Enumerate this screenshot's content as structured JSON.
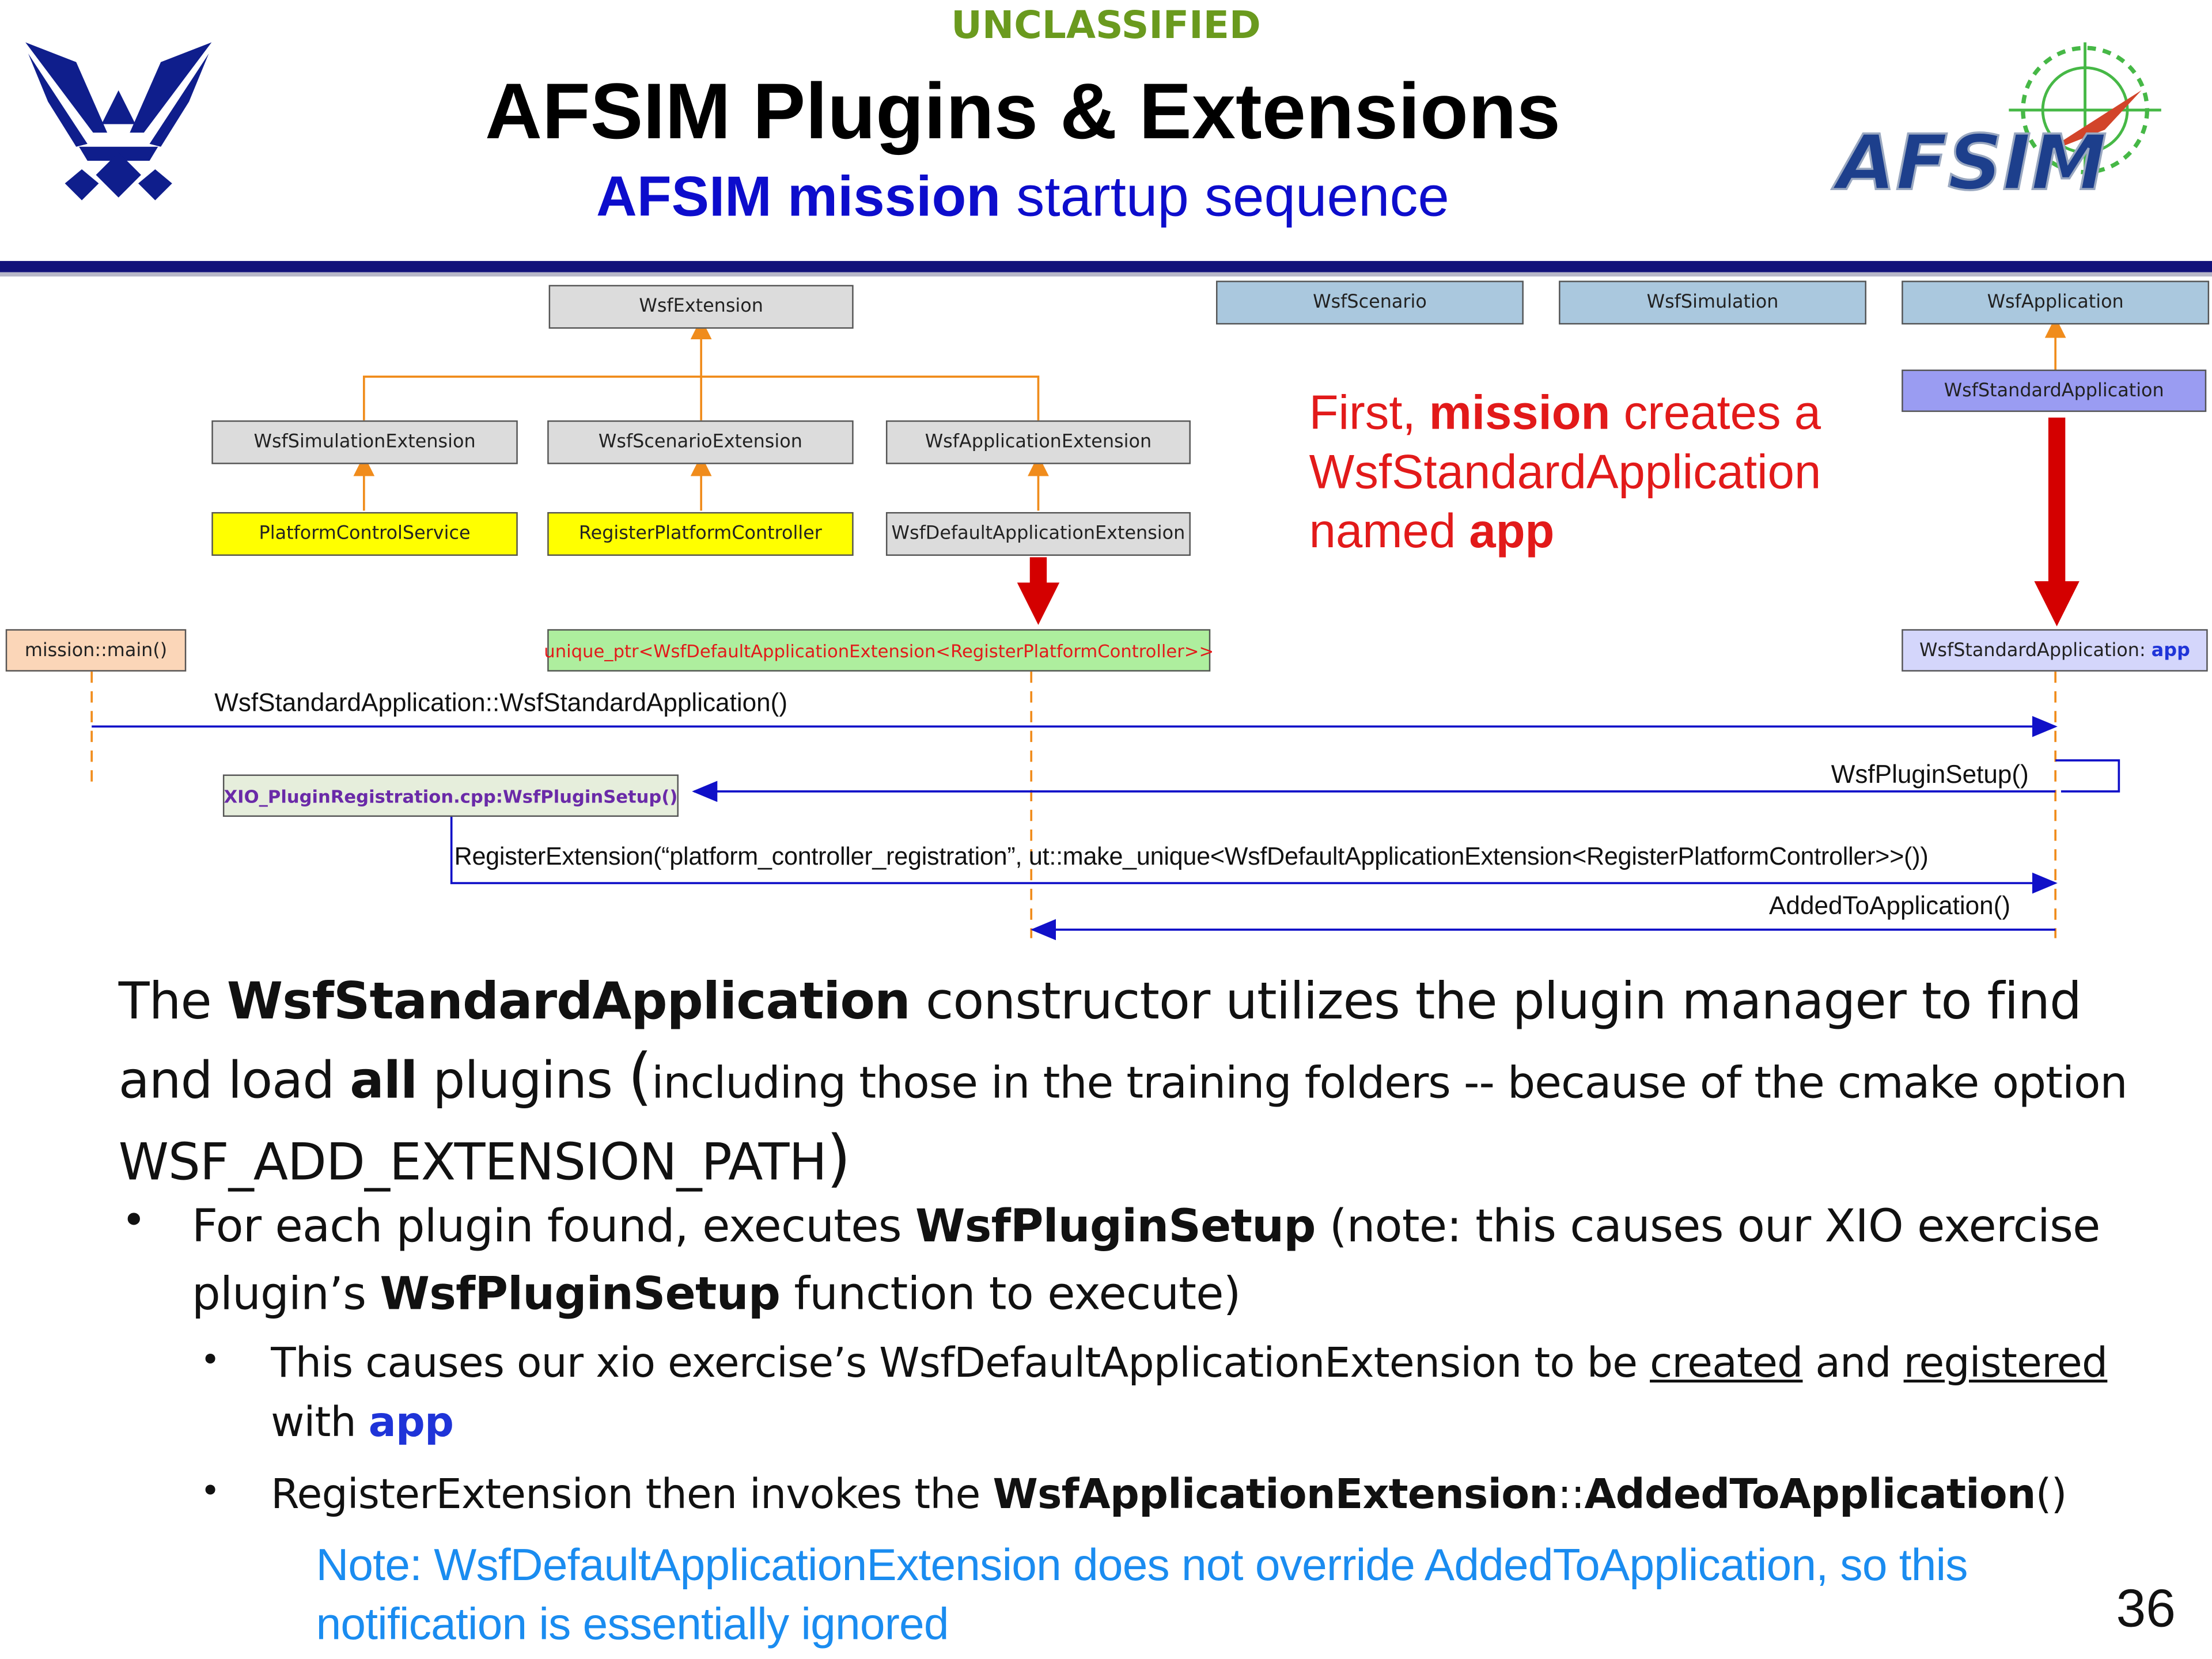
{
  "header": {
    "classification": "UNCLASSIFIED",
    "title": "AFSIM Plugins & Extensions",
    "subtitle_bold": "AFSIM mission",
    "subtitle_rest": " startup sequence",
    "logo_left": "air-force-wings-icon",
    "logo_right": "afsim-logo",
    "logo_right_text": "AFSIM"
  },
  "diagram": {
    "boxes": {
      "wsf_extension": "WsfExtension",
      "wsf_scenario": "WsfScenario",
      "wsf_simulation": "WsfSimulation",
      "wsf_application": "WsfApplication",
      "wsf_standard_application": "WsfStandardApplication",
      "wsf_simulation_extension": "WsfSimulationExtension",
      "wsf_scenario_extension": "WsfScenarioExtension",
      "wsf_application_extension": "WsfApplicationExtension",
      "platform_control_service": "PlatformControlService",
      "register_platform_controller": "RegisterPlatformController",
      "wsf_default_application_extension": "WsfDefaultApplicationExtension",
      "mission_main": "mission::main()",
      "unique_ptr": "unique_ptr<WsfDefaultApplicationExtension<RegisterPlatformController>>",
      "std_app_instance_prefix": "WsfStandardApplication: ",
      "std_app_instance_name": "app",
      "plugin_registration": "XIO_PluginRegistration.cpp:WsfPluginSetup()"
    },
    "callout": {
      "part1": "First, ",
      "bold1": "mission",
      "part2": " creates a",
      "line2": "WsfStandardApplication",
      "line3_prefix": "named ",
      "bold2": "app"
    },
    "messages": {
      "constructor": "WsfStandardApplication::WsfStandardApplication()",
      "plugin_setup": "WsfPluginSetup()",
      "register_extension": "RegisterExtension(“platform_controller_registration”, ut::make_unique<WsfDefaultApplicationExtension<RegisterPlatformController>>())",
      "added_to_application": "AddedToApplication()"
    },
    "colors": {
      "message_arrow": "#1010c8",
      "lifeline": "#f08c1c",
      "big_arrow": "#d40000"
    }
  },
  "body": {
    "p1": {
      "t1": "The ",
      "b1": "WsfStandardApplication",
      "t2": " constructor utilizes the plugin manager to find and load ",
      "b2": "all",
      "t3": " plugins ",
      "open_paren": "(",
      "small": "including those in the training folders -- because of the cmake option",
      "t4": "WSF_ADD_EXTENSION_PATH",
      "close_paren": ")"
    },
    "bullet1": {
      "marker": "•",
      "t1": "For each plugin found, executes ",
      "b1": "WsfPluginSetup",
      "t2": " (note: this causes our XIO exercise plugin’s ",
      "b2": "WsfPluginSetup",
      "t3": " function to execute)"
    },
    "bullet2": {
      "marker": "•",
      "t1": "This causes our xio exercise’s WsfDefaultApplicationExtension to be ",
      "u1": "created",
      "t2": " and ",
      "u2": "registered",
      "t3": " with ",
      "b1": "app"
    },
    "bullet3": {
      "marker": "•",
      "t1": "RegisterExtension then invokes the ",
      "b1": "WsfApplicationExtension",
      "t2": "::",
      "b2": "AddedToApplication",
      "t3": "()"
    },
    "note": "Note: WsfDefaultApplicationExtension does not override AddedToApplication, so this notification is essentially ignored"
  },
  "page_number": "36"
}
